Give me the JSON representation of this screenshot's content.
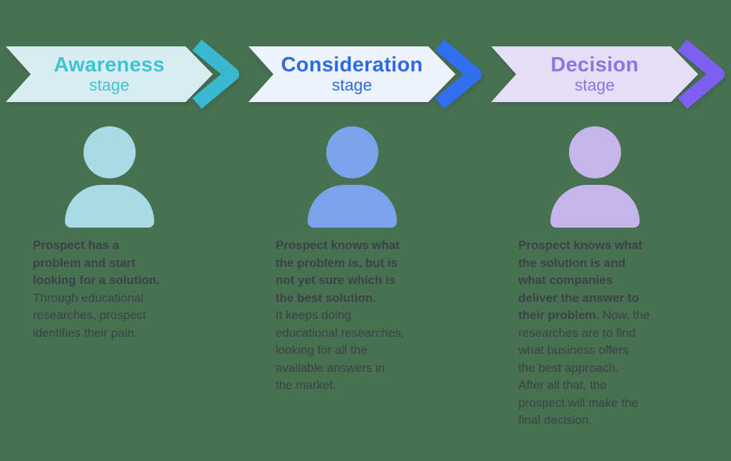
{
  "diagram": {
    "background_color": "#48714f",
    "text_color": "#3b424c"
  },
  "stages": [
    {
      "id": "awareness",
      "title": "Awareness",
      "subtitle": "stage",
      "banner_bg": "#d8edf2",
      "title_color": "#3fc2d4",
      "chevron_color": "#3ab8cf",
      "person_color": "#a9dbe6",
      "bold_text": "Prospect has a\nproblem and start\nlooking for a solution.",
      "normal_text": "\nThrough educational\nresearches, prospect\nidentifies their pain."
    },
    {
      "id": "consideration",
      "title": "Consideration",
      "subtitle": "stage",
      "banner_bg": "#edf2fb",
      "title_color": "#2e6ae3",
      "chevron_color": "#306ff0",
      "person_color": "#7ca4ec",
      "bold_text": "Prospect knows what\nthe problem is, but is\nnot yet sure which is\nthe best solution.",
      "normal_text": "\nIt keeps doing\neducational researches,\nlooking for all the\navailable answers in\nthe market."
    },
    {
      "id": "decision",
      "title": "Decision",
      "subtitle": "stage",
      "banner_bg": "#e4def6",
      "title_color": "#8a76e3",
      "chevron_color": "#7d5ff2",
      "person_color": "#c5b5ec",
      "bold_text": "Prospect knows what\nthe solution is and\nwhat companies\ndeliver the answer to\ntheir problem.",
      "normal_text": " Now, the\nresearches are to find\nwhat business offers\nthe best approach.\nAfter all that, the\nprospect will make the\nfinal decision."
    }
  ]
}
